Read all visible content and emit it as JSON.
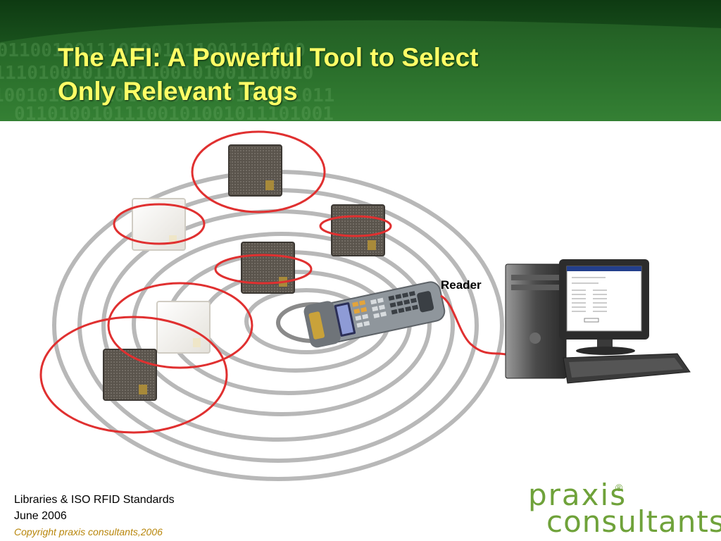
{
  "slide": {
    "title_line1": "The AFI: A Powerful Tool to Select",
    "title_line2": "Only Relevant Tags",
    "reader_label": "Reader",
    "footer_line1": "Libraries & ISO RFID Standards",
    "footer_line2": "June 2006",
    "footer_copyright": "Copyright praxis consultants,2006",
    "logo_line1": "praxis",
    "logo_registered": "®",
    "logo_line2": "consultants"
  },
  "colors": {
    "title": "#ffff66",
    "range_ring": "#b8b8b8",
    "selection_ring": "#e03030",
    "logo": "#6fa23a"
  },
  "diagram": {
    "tags": [
      {
        "name": "tag-dark-top",
        "kind": "dark",
        "selected": true
      },
      {
        "name": "tag-white-upper-left",
        "kind": "white",
        "selected": true
      },
      {
        "name": "tag-dark-upper-right",
        "kind": "dark",
        "selected": true
      },
      {
        "name": "tag-dark-middle",
        "kind": "dark",
        "selected": true
      },
      {
        "name": "tag-white-lower",
        "kind": "white",
        "selected": true
      },
      {
        "name": "tag-dark-lower-left",
        "kind": "dark",
        "selected": true
      }
    ]
  }
}
